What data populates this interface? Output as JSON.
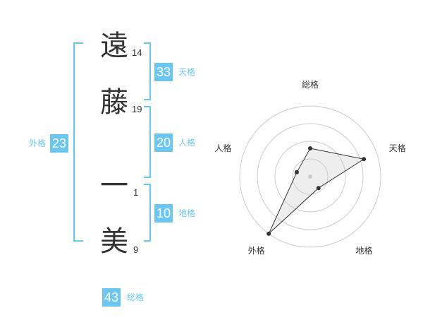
{
  "name": {
    "characters": [
      {
        "char": "遠",
        "strokes": "14"
      },
      {
        "char": "藤",
        "strokes": "19"
      },
      {
        "char": "一",
        "strokes": "1"
      },
      {
        "char": "美",
        "strokes": "9"
      }
    ]
  },
  "fortune": {
    "tenkaku": {
      "value": "33",
      "label": "天格"
    },
    "jinkaku": {
      "value": "20",
      "label": "人格"
    },
    "chikaku": {
      "value": "10",
      "label": "地格"
    },
    "gaikaku": {
      "value": "23",
      "label": "外格"
    },
    "soukaku": {
      "value": "43",
      "label": "総格"
    }
  },
  "colors": {
    "accent": "#6cc7f0",
    "text": "#333333",
    "grid": "#cccccc"
  },
  "chart_data": {
    "type": "radar",
    "axes": [
      "総格",
      "天格",
      "地格",
      "外格",
      "人格"
    ],
    "values": [
      2,
      4,
      1,
      5,
      1
    ],
    "max": 5,
    "rings": 4
  }
}
